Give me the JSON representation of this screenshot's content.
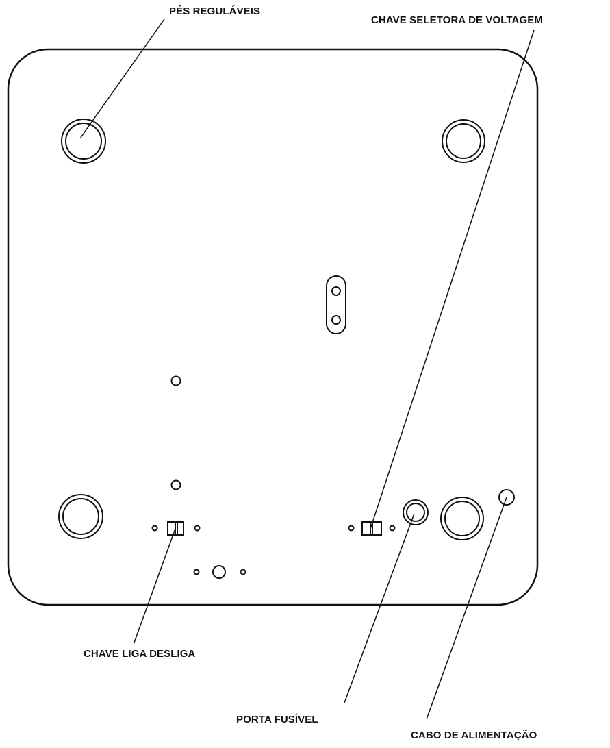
{
  "labels": {
    "adjustable_feet": "PÉS REGULÁVEIS",
    "voltage_selector_switch": "CHAVE SELETORA DE VOLTAGEM",
    "on_off_switch": "CHAVE LIGA DESLIGA",
    "fuse_holder": "PORTA FUSÍVEL",
    "power_cable": "CABO DE ALIMENTAÇÃO"
  },
  "colors": {
    "line": "#111111",
    "background": "#ffffff"
  }
}
